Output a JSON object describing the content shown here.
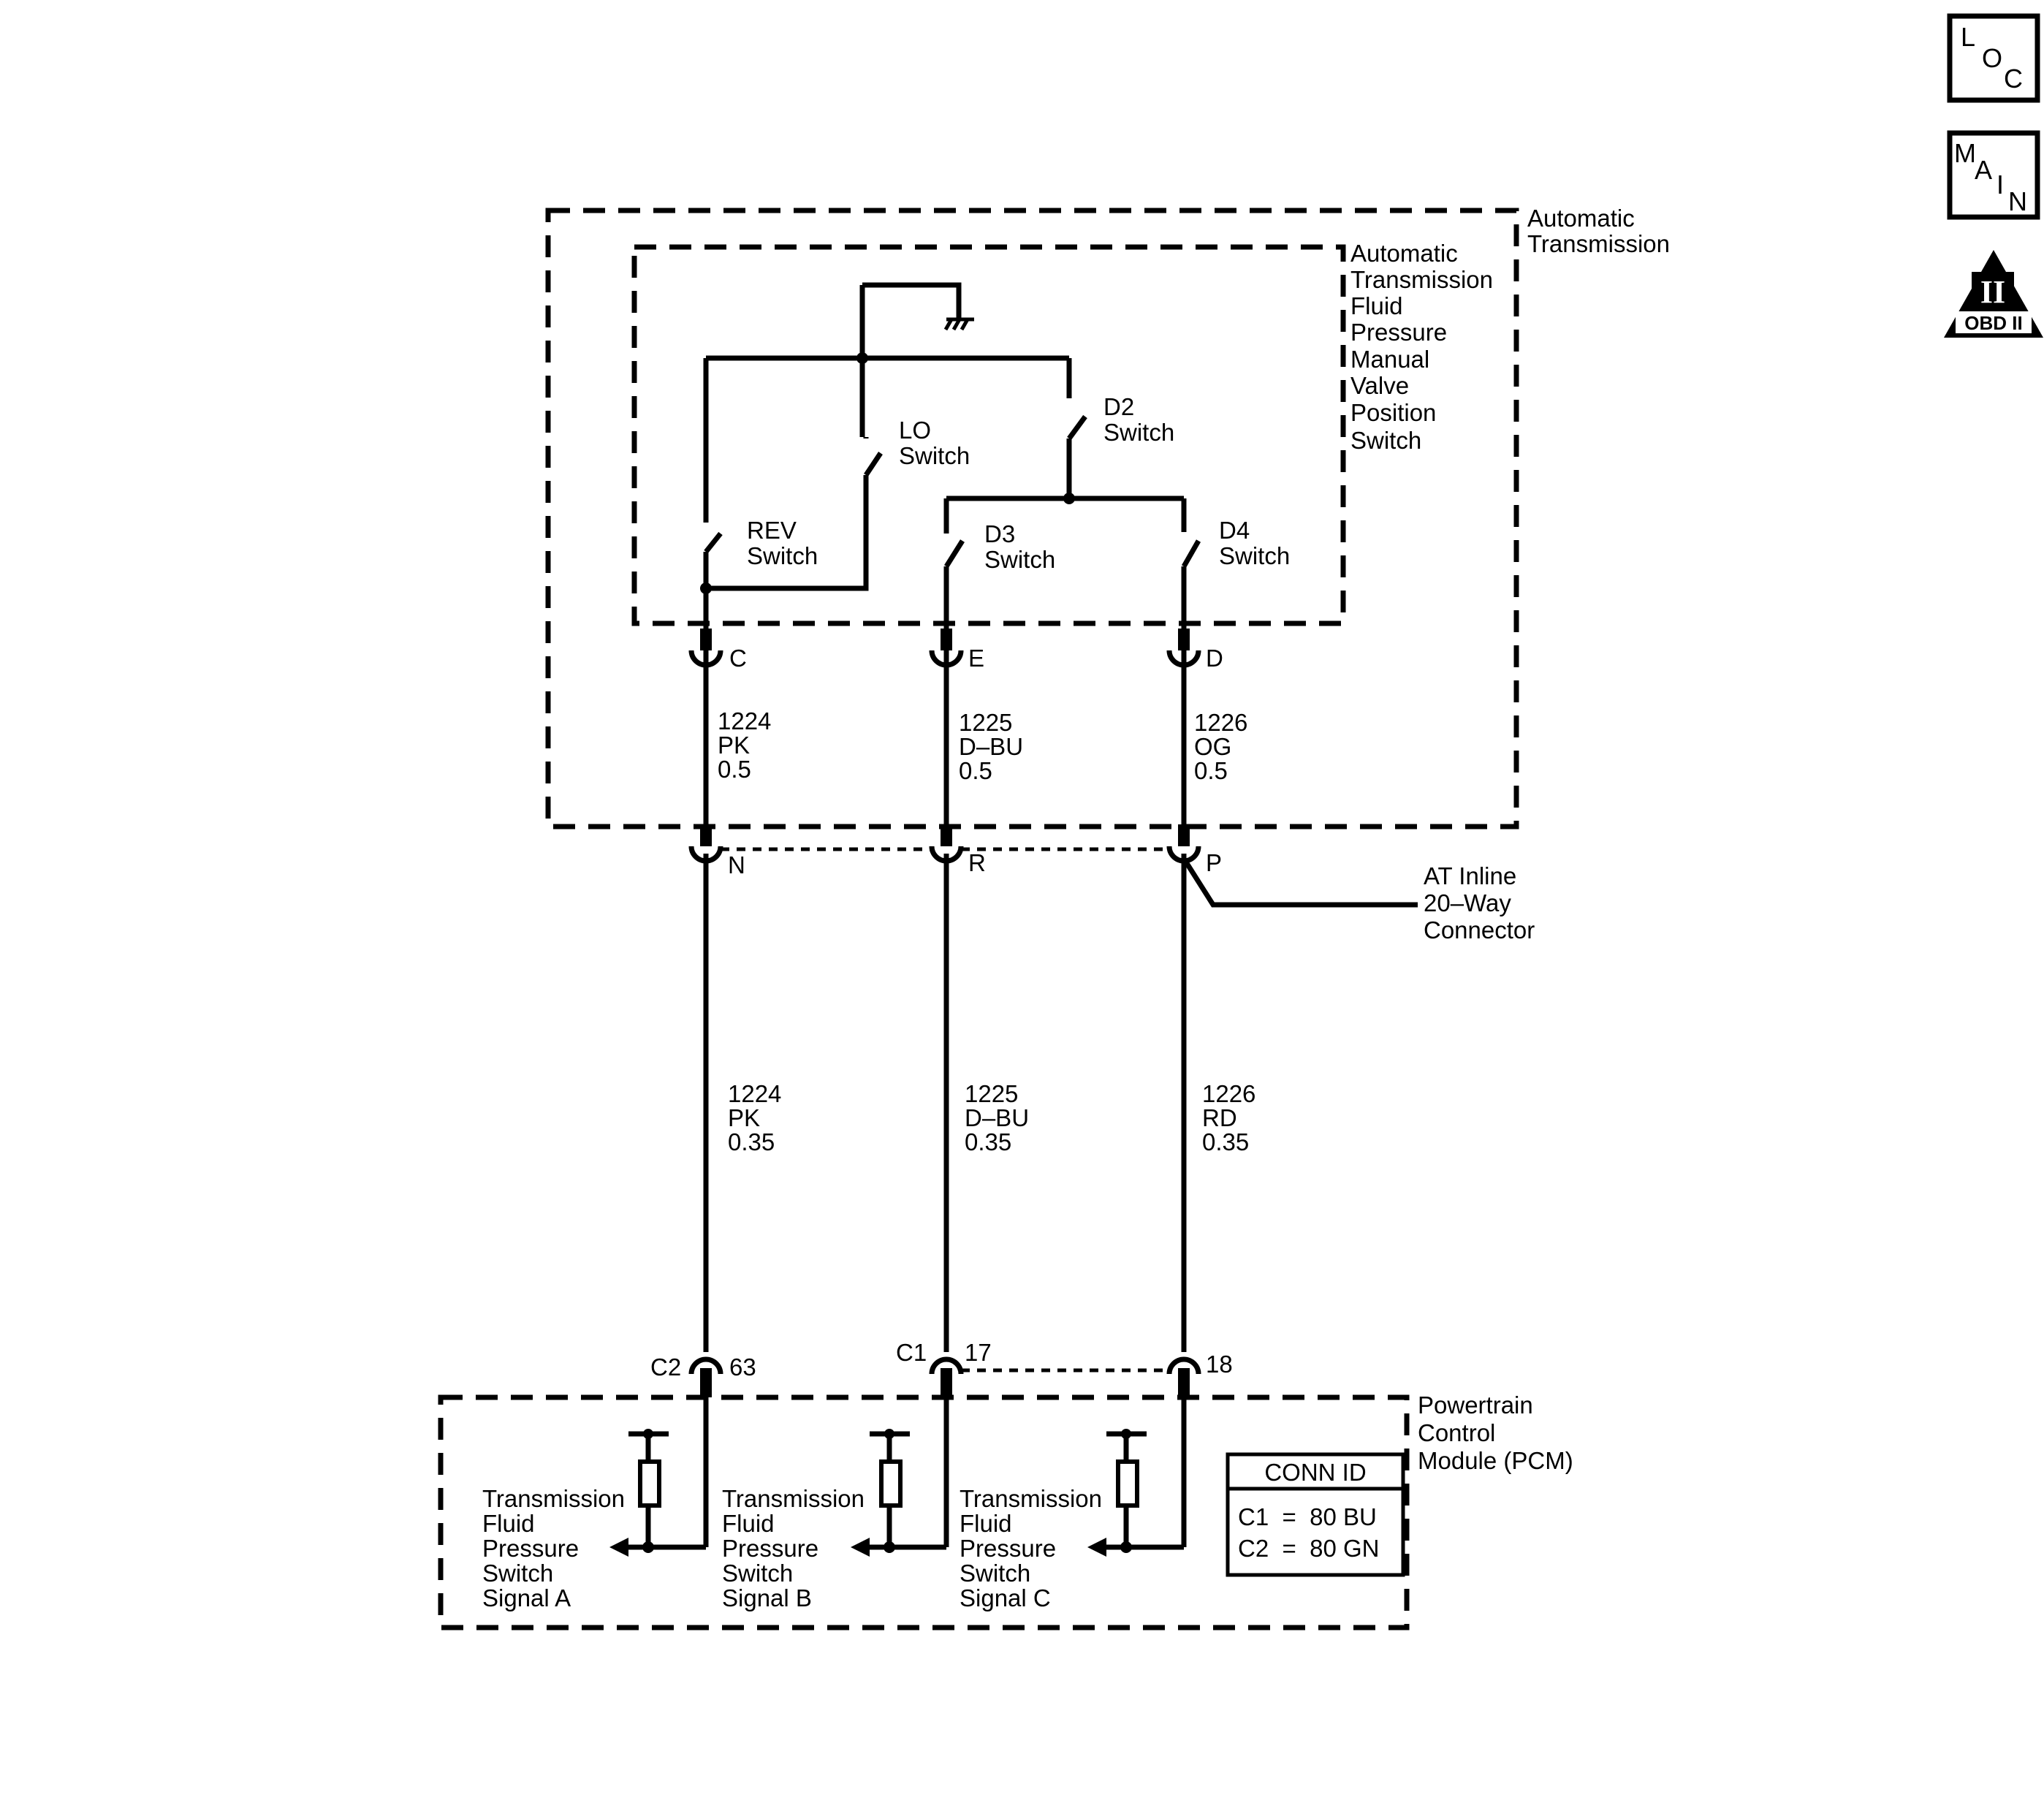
{
  "nav": {
    "loc": [
      "L",
      "O",
      "C"
    ],
    "main": [
      "M",
      "A",
      "I",
      "N"
    ],
    "obd_numeral": "II",
    "obd_label": "OBD II"
  },
  "labels": {
    "at_box": [
      "Automatic",
      "Transmission"
    ],
    "switch_box": [
      "Automatic",
      "Transmission",
      "Fluid",
      "Pressure",
      "Manual",
      "Valve",
      "Position",
      "Switch"
    ],
    "inline_conn": [
      "AT Inline",
      "20–Way",
      "Connector"
    ],
    "pcm_box": [
      "Powertrain",
      "Control",
      "Module (PCM)"
    ]
  },
  "switches": {
    "rev": [
      "REV",
      "Switch"
    ],
    "lo": [
      "LO",
      "Switch"
    ],
    "d2": [
      "D2",
      "Switch"
    ],
    "d3": [
      "D3",
      "Switch"
    ],
    "d4": [
      "D4",
      "Switch"
    ]
  },
  "pins": {
    "upper": [
      "C",
      "E",
      "D"
    ],
    "inline": [
      "N",
      "R",
      "P"
    ],
    "pcm": [
      "63",
      "17",
      "18"
    ],
    "pcm_conn": [
      "C2",
      "C1"
    ]
  },
  "wires_upper": [
    [
      "1224",
      "PK",
      "0.5"
    ],
    [
      "1225",
      "D–BU",
      "0.5"
    ],
    [
      "1226",
      "OG",
      "0.5"
    ]
  ],
  "wires_lower": [
    [
      "1224",
      "PK",
      "0.35"
    ],
    [
      "1225",
      "D–BU",
      "0.35"
    ],
    [
      "1226",
      "RD",
      "0.35"
    ]
  ],
  "signals": [
    [
      "Transmission",
      "Fluid",
      "Pressure",
      "Switch",
      "Signal A"
    ],
    [
      "Transmission",
      "Fluid",
      "Pressure",
      "Switch",
      "Signal B"
    ],
    [
      "Transmission",
      "Fluid",
      "Pressure",
      "Switch",
      "Signal C"
    ]
  ],
  "conn_id": {
    "title": "CONN ID",
    "rows": [
      "C1  =  80 BU",
      "C2  =  80 GN"
    ]
  }
}
